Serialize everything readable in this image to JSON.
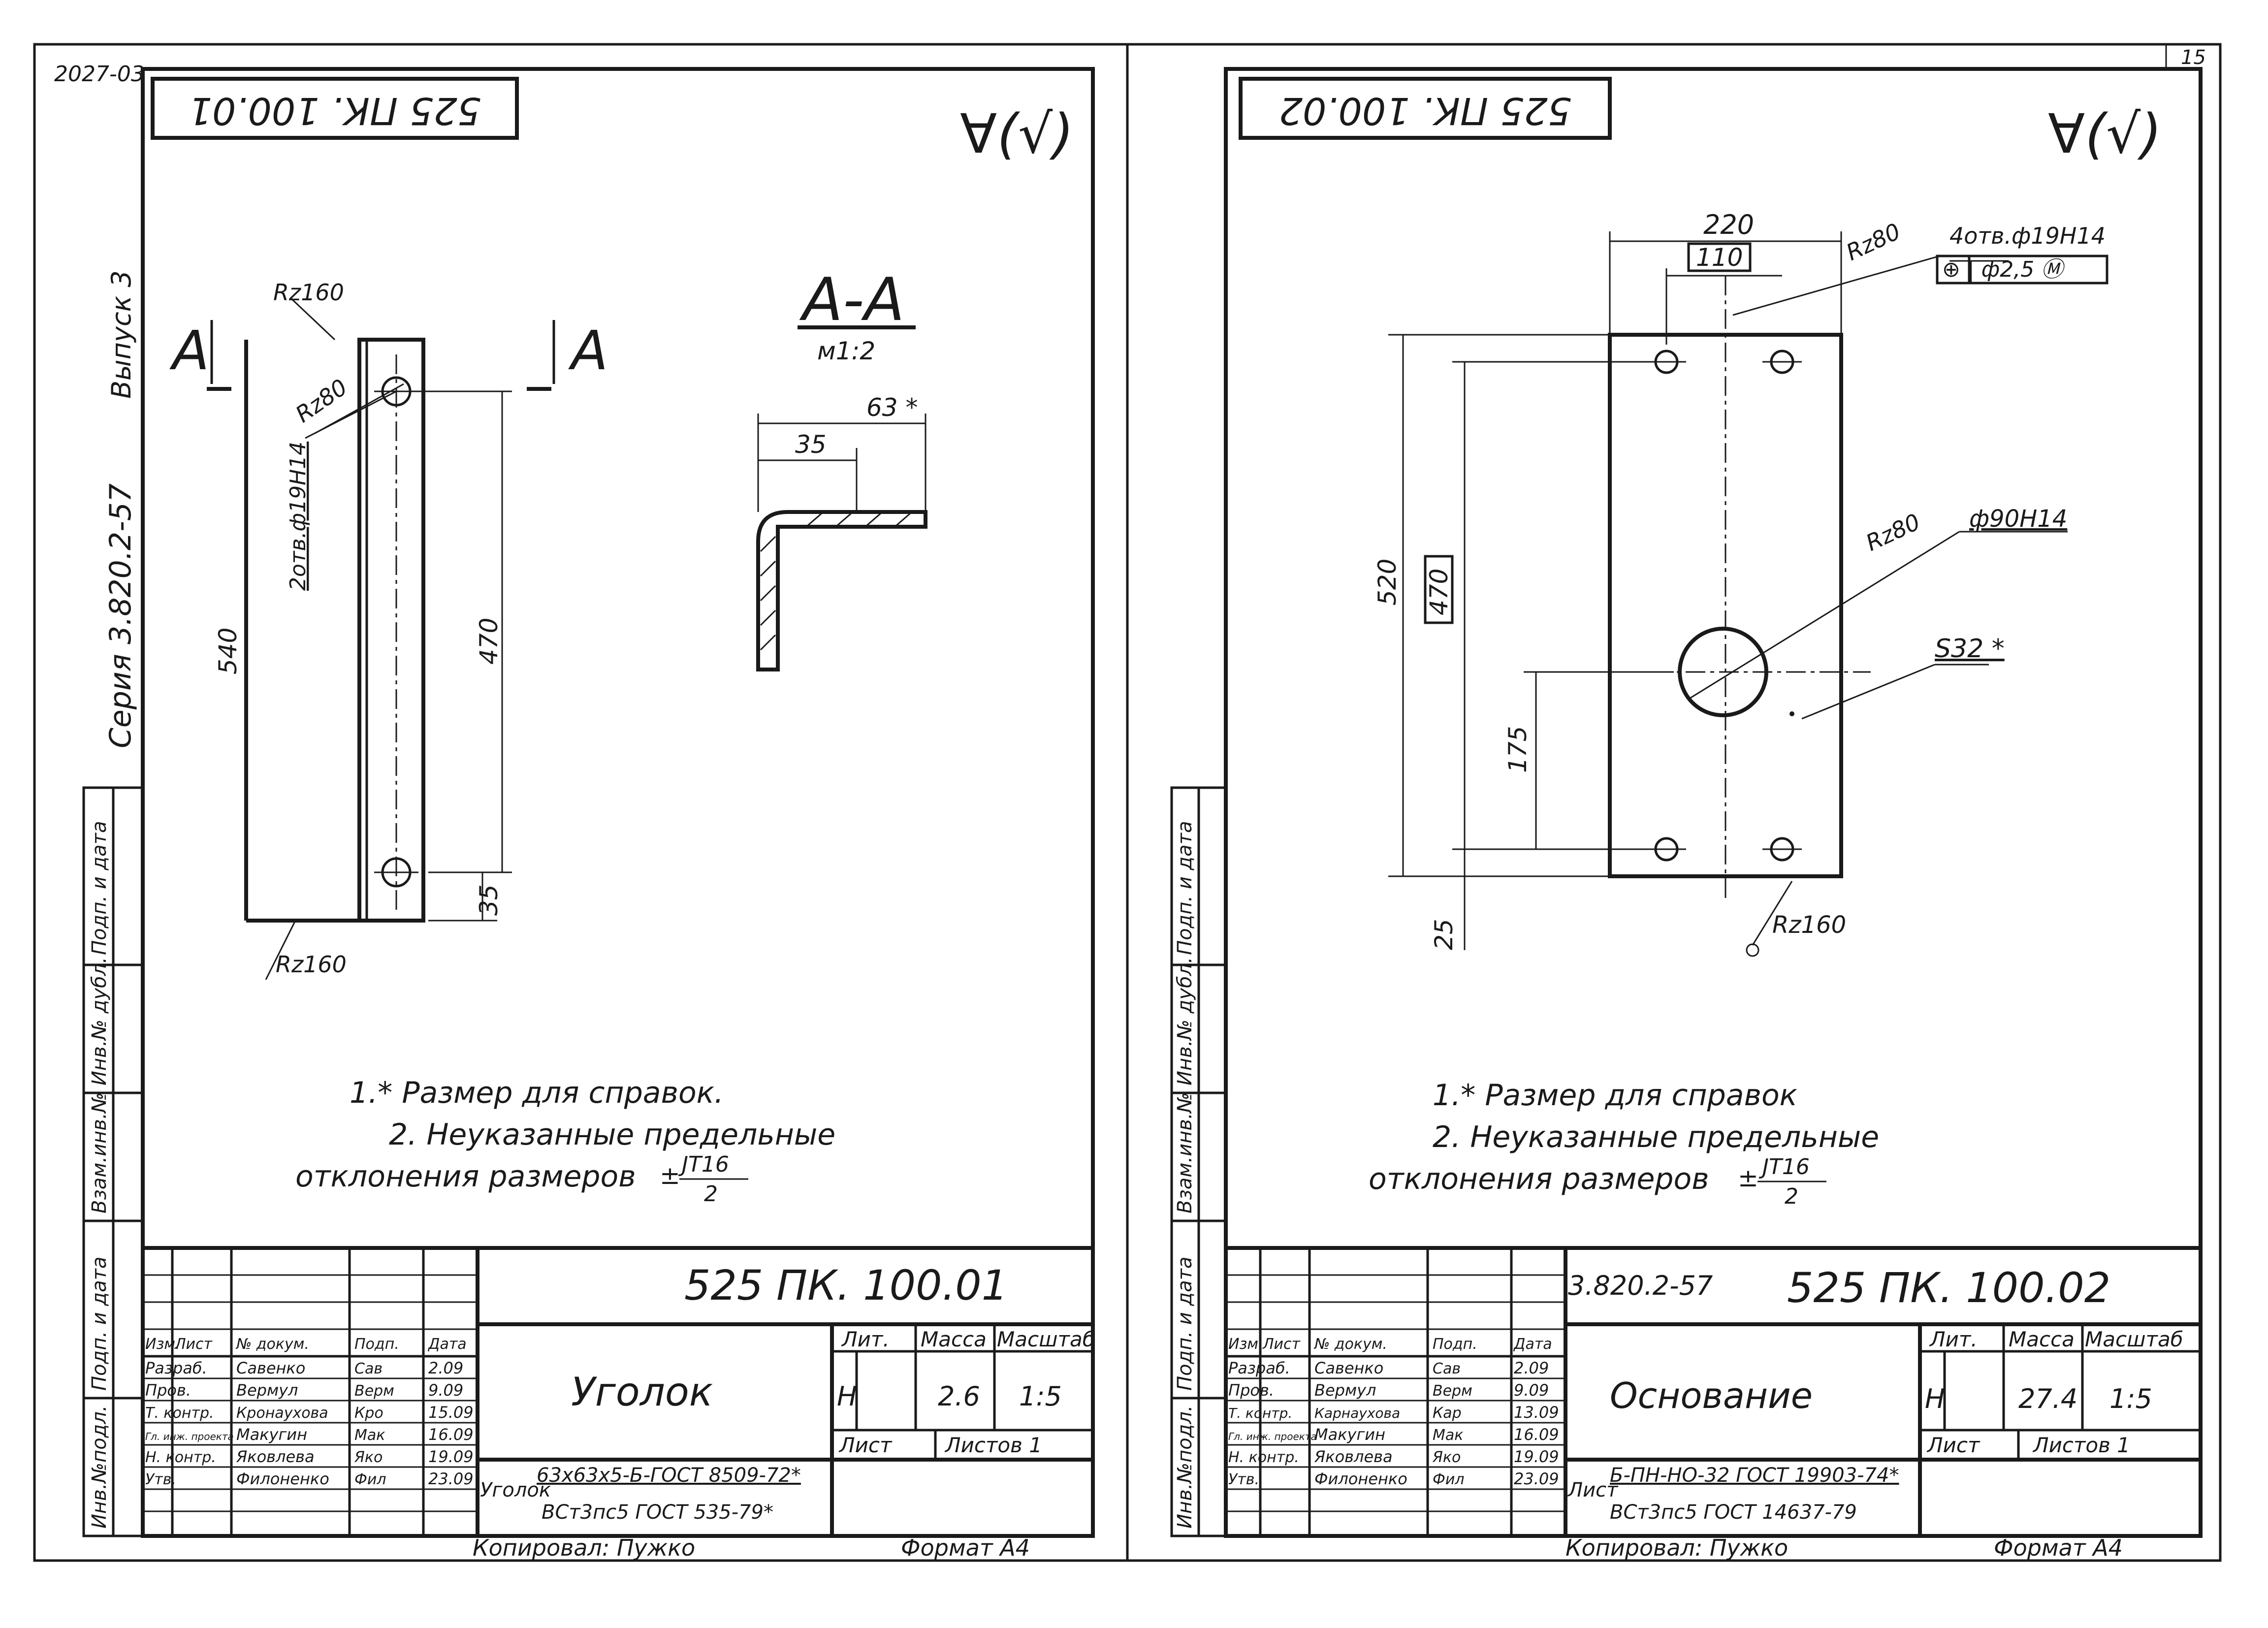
{
  "sheet_marks": {
    "top_left_code": "2027-03",
    "page_number": "15"
  },
  "side_strip": {
    "series": "Серия 3.820.2-57",
    "issue": "Выпуск 3",
    "cells": [
      "Подп. и дата",
      "Инв.№ дубл.",
      "Взам.инв.№",
      "Подп. и дата",
      "Инв.№подл."
    ]
  },
  "left_sheet": {
    "stamp_code": "525 ПК. 100.01",
    "roughness_symbol": "∀(√)",
    "section_title": "А-А",
    "section_scale": "м1:2",
    "section_marker": "А",
    "rz_top": "Rz160",
    "rz_bottom": "Rz160",
    "rz_hole": "Rz80",
    "hole_note": "2отв.ф19Н14",
    "dim_540": "540",
    "dim_470": "470",
    "dim_35": "35",
    "dim_63": "63 *",
    "dim_35b": "35",
    "note1": "1.* Размер для справок.",
    "note2": "2. Неуказанные предельные",
    "note3": "отклонения размеров",
    "tol_sign": "±",
    "tol_num": "JT16",
    "tol_den": "2",
    "title_block": {
      "designation": "525 ПК. 100.01",
      "name": "Уголок",
      "headers": [
        "Изм.",
        "Лист",
        "№ докум.",
        "Подп.",
        "Дата"
      ],
      "people": [
        {
          "role": "Разраб.",
          "name": "Савенко",
          "sign": "Сав",
          "date": "2.09"
        },
        {
          "role": "Пров.",
          "name": "Вермул",
          "sign": "Верм",
          "date": "9.09"
        },
        {
          "role": "Т. контр.",
          "name": "Кронаухова",
          "sign": "Кро",
          "date": "15.09"
        },
        {
          "role": "Гл. инж. проекта",
          "name": "Макугин",
          "sign": "Мак",
          "date": "16.09"
        },
        {
          "role": "Н. контр.",
          "name": "Яковлева",
          "sign": "Яко",
          "date": "19.09"
        },
        {
          "role": "Утв.",
          "name": "Филоненко",
          "sign": "Фил",
          "date": "23.09"
        }
      ],
      "lit_label": "Лит.",
      "mass_label": "Масса",
      "scale_label": "Масштаб",
      "lit": "Н",
      "mass": "2.6",
      "scale": "1:5",
      "sheet_label": "Лист",
      "sheets_label": "Листов 1",
      "material_prefix": "Уголок",
      "material_top": "63x63x5-Б-ГОСТ 8509-72*",
      "material_bottom": "ВСт3пс5 ГОСТ 535-79*"
    },
    "copied_by": "Копировал: Пужко",
    "format": "Формат А4"
  },
  "right_sheet": {
    "stamp_code": "525 ПК. 100.02",
    "roughness_symbol": "∀(√)",
    "dim_220": "220",
    "dim_110": "110",
    "dim_520": "520",
    "dim_470": "470",
    "dim_175": "175",
    "dim_25": "25",
    "rz_top": "Rz80",
    "rz_center": "Rz80",
    "rz_bottom": "Rz160",
    "hole_note": "4отв.ф19Н14",
    "position_tol": "⊕ | ф2,5 Ⓜ",
    "center_hole": "ф90Н14",
    "thickness": "S32 *",
    "note1": "1.* Размер для справок",
    "note2": "2. Неуказанные предельные",
    "note3": "отклонения размеров",
    "tol_sign": "±",
    "tol_num": "JT16",
    "tol_den": "2",
    "title_block": {
      "series_code": "3.820.2-57",
      "designation": "525 ПК. 100.02",
      "name": "Основание",
      "headers": [
        "Изм.",
        "Лист",
        "№ докум.",
        "Подп.",
        "Дата"
      ],
      "people": [
        {
          "role": "Разраб.",
          "name": "Савенко",
          "sign": "Сав",
          "date": "2.09"
        },
        {
          "role": "Пров.",
          "name": "Вермул",
          "sign": "Верм",
          "date": "9.09"
        },
        {
          "role": "Т. контр.",
          "name": "Карнаухова",
          "sign": "Кар",
          "date": "13.09"
        },
        {
          "role": "Гл. инж. проекта",
          "name": "Макугин",
          "sign": "Мак",
          "date": "16.09"
        },
        {
          "role": "Н. контр.",
          "name": "Яковлева",
          "sign": "Яко",
          "date": "19.09"
        },
        {
          "role": "Утв.",
          "name": "Филоненко",
          "sign": "Фил",
          "date": "23.09"
        }
      ],
      "lit_label": "Лит.",
      "mass_label": "Масса",
      "scale_label": "Масштаб",
      "lit": "Н",
      "mass": "27.4",
      "scale": "1:5",
      "sheet_label": "Лист",
      "sheets_label": "Листов 1",
      "material_prefix": "Лист",
      "material_top": "Б-ПН-НО-32 ГОСТ 19903-74*",
      "material_bottom": "ВСт3пс5 ГОСТ 14637-79"
    },
    "copied_by": "Копировал: Пужко",
    "format": "Формат А4"
  }
}
